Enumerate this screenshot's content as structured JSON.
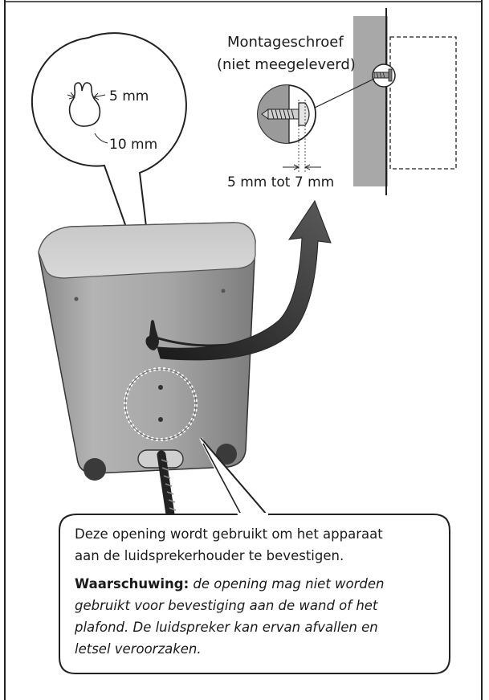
{
  "labels": {
    "screw_title_line1": "Montageschroef",
    "screw_title_line2": "(niet meegeleverd)",
    "keyhole_width": "5 mm",
    "keyhole_height": "10 mm",
    "screw_depth": "5 mm tot 7 mm"
  },
  "caption": {
    "line1": "Deze opening wordt gebruikt om het apparaat",
    "line2": "aan de luidsprekerhouder te bevestigen.",
    "warning_label": "Waarschuwing:",
    "warning_line1": "de opening mag niet worden",
    "warning_line2": "gebruikt voor bevestiging aan de wand of het",
    "warning_line3": "plafond. De luidspreker kan ervan afvallen en",
    "warning_line4": "letsel veroorzaken."
  }
}
